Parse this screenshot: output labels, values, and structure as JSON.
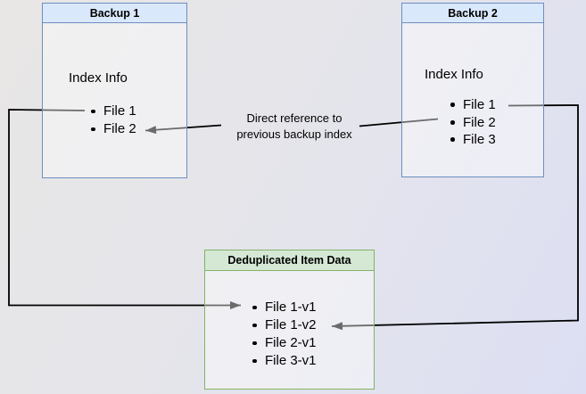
{
  "diagram": {
    "backup1": {
      "title": "Backup 1",
      "section_label": "Index Info",
      "files": [
        "File 1",
        "File 2"
      ]
    },
    "backup2": {
      "title": "Backup 2",
      "section_label": "Index Info",
      "files": [
        "File 1",
        "File 2",
        "File 3"
      ]
    },
    "dedup": {
      "title": "Deduplicated Item Data",
      "items": [
        "File 1-v1",
        "File 1-v2",
        "File 2-v1",
        "File 3-v1"
      ]
    },
    "connector_label": {
      "line1": "Direct reference to",
      "line2": "previous backup index"
    },
    "colors": {
      "backup_box_fill": "#dae8fc",
      "backup_box_border": "#6c8ebf",
      "dedup_box_fill": "#d5e8d4",
      "dedup_box_border": "#82b366",
      "connector_line": "#000000"
    }
  }
}
